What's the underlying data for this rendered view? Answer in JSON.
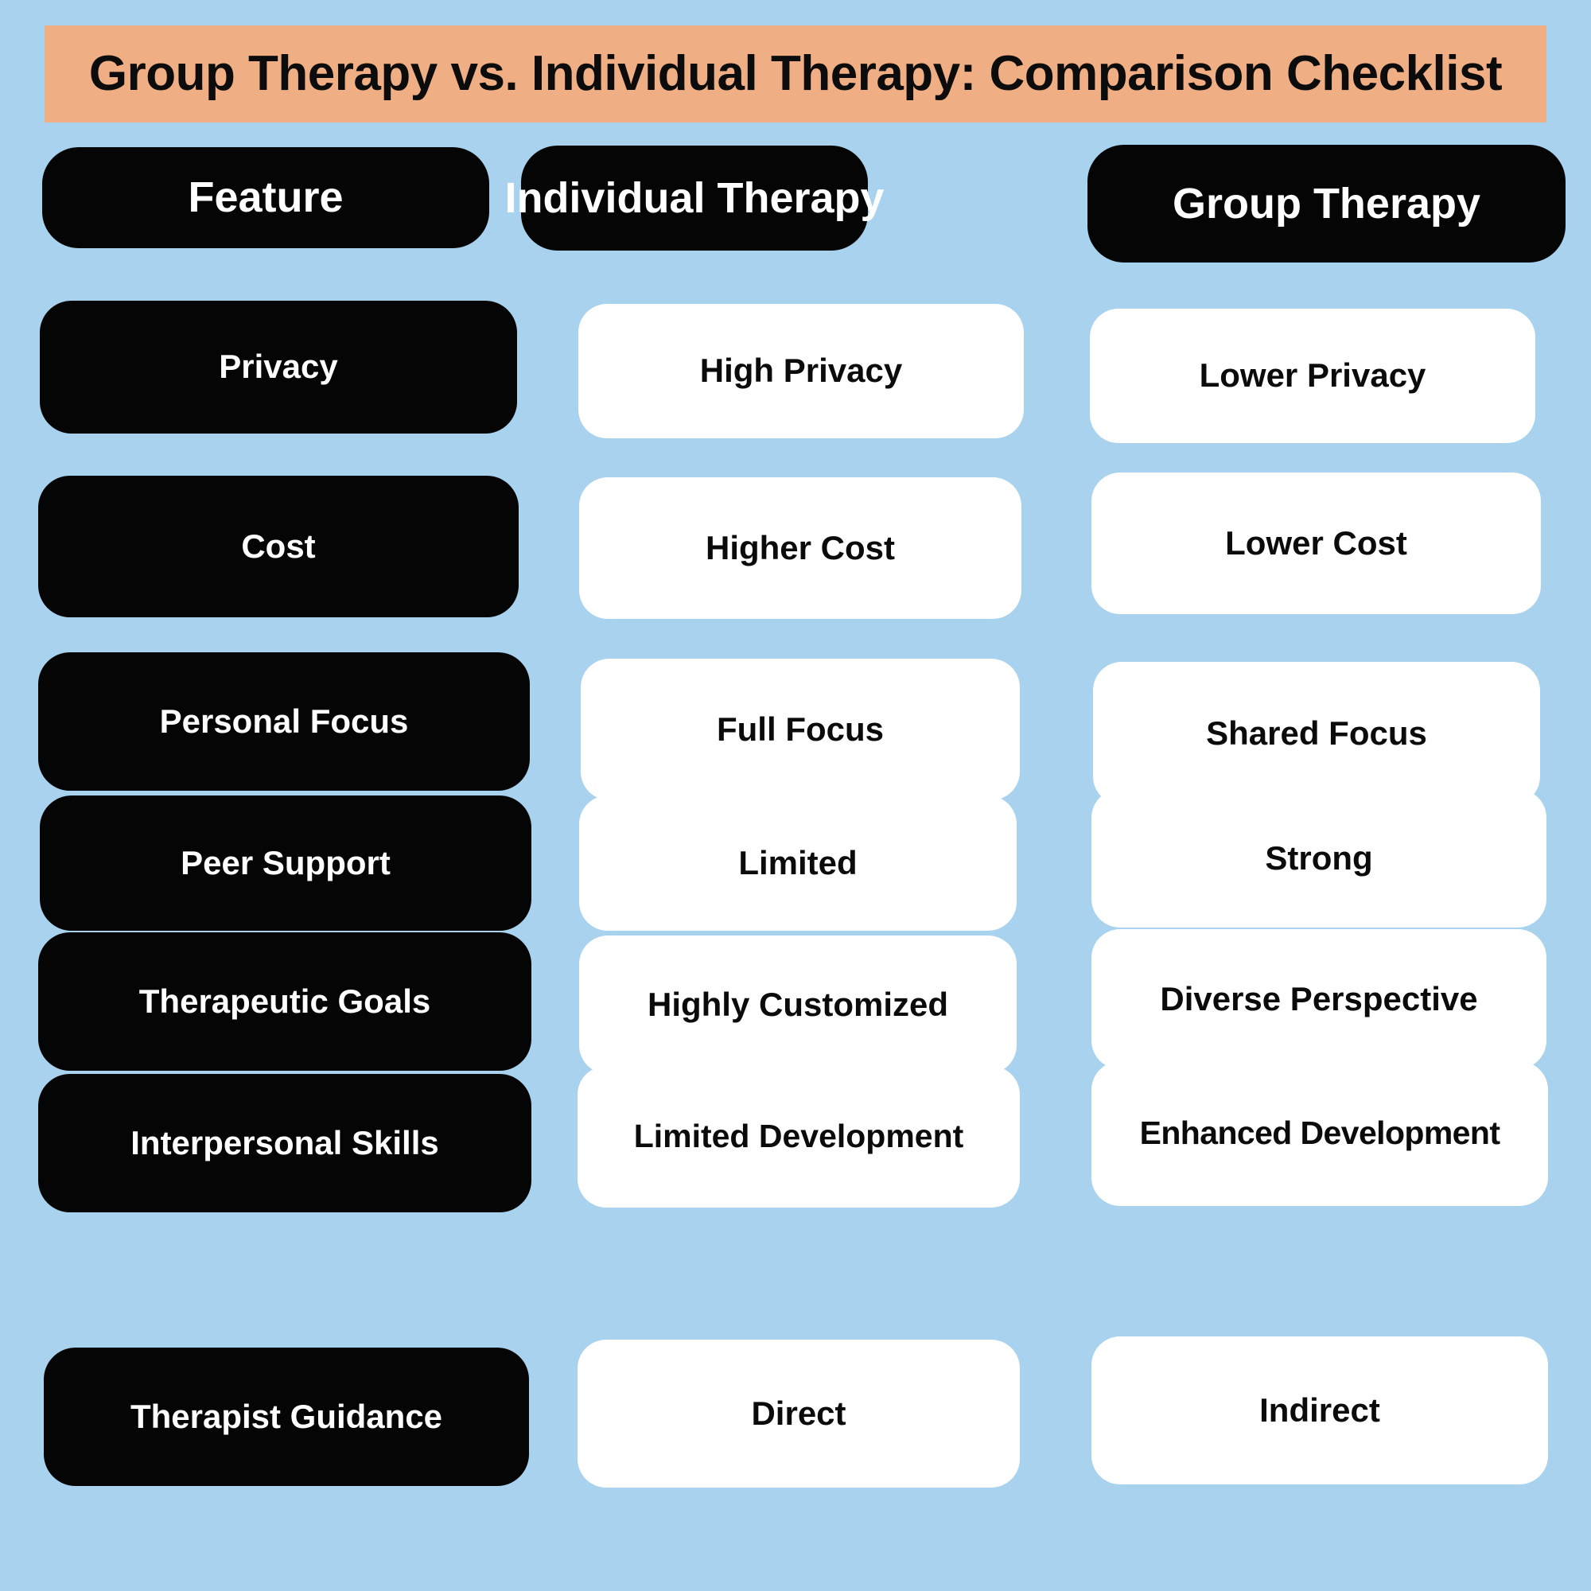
{
  "colors": {
    "background": "#a8d2ee",
    "title_banner": "#f0ae85",
    "dark_pill": "#050505",
    "light_card": "#ffffff",
    "dark_text": "#0c0c0c",
    "light_text": "#ffffff"
  },
  "title": "Group Therapy vs. Individual Therapy: Comparison Checklist",
  "headers": [
    "Feature",
    "Individual Therapy",
    "Group Therapy"
  ],
  "rows": [
    {
      "feature": "Privacy",
      "individual": "High Privacy",
      "group": "Lower Privacy"
    },
    {
      "feature": "Cost",
      "individual": "Higher Cost",
      "group": "Lower Cost"
    },
    {
      "feature": "Personal Focus",
      "individual": "Full Focus",
      "group": "Shared Focus"
    },
    {
      "feature": "Peer Support",
      "individual": "Limited",
      "group": "Strong"
    },
    {
      "feature": "Therapeutic Goals",
      "individual": "Highly Customized",
      "group": "Diverse Perspective"
    },
    {
      "feature": "Interpersonal Skills",
      "individual": "Limited Development",
      "group": "Enhanced Development"
    },
    {
      "feature": "Therapist Guidance",
      "individual": "Direct",
      "group": "Indirect"
    }
  ]
}
